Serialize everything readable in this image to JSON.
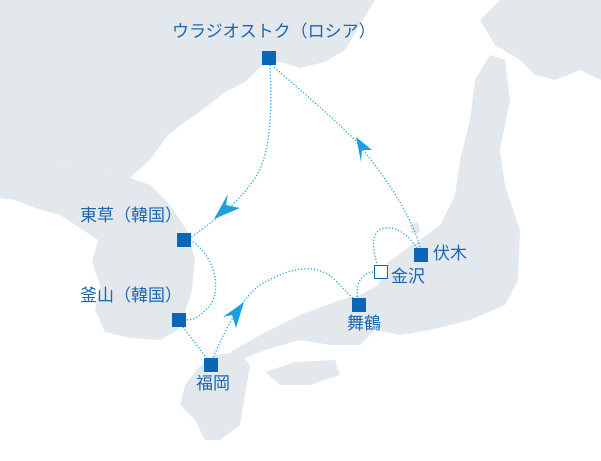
{
  "colors": {
    "land": "#e3e8ed",
    "sea": "#ffffff",
    "marker": "#0a67b8",
    "route": "#1aa0e0",
    "label": "#1a66b3"
  },
  "ports": {
    "vladivostok": "ウラジオストク（ロシア）",
    "sokcho": "東草（韓国）",
    "busan": "釜山（韓国）",
    "fukuoka": "福岡",
    "maizuru": "舞鶴",
    "kanazawa": "金沢",
    "fushiki": "伏木"
  }
}
